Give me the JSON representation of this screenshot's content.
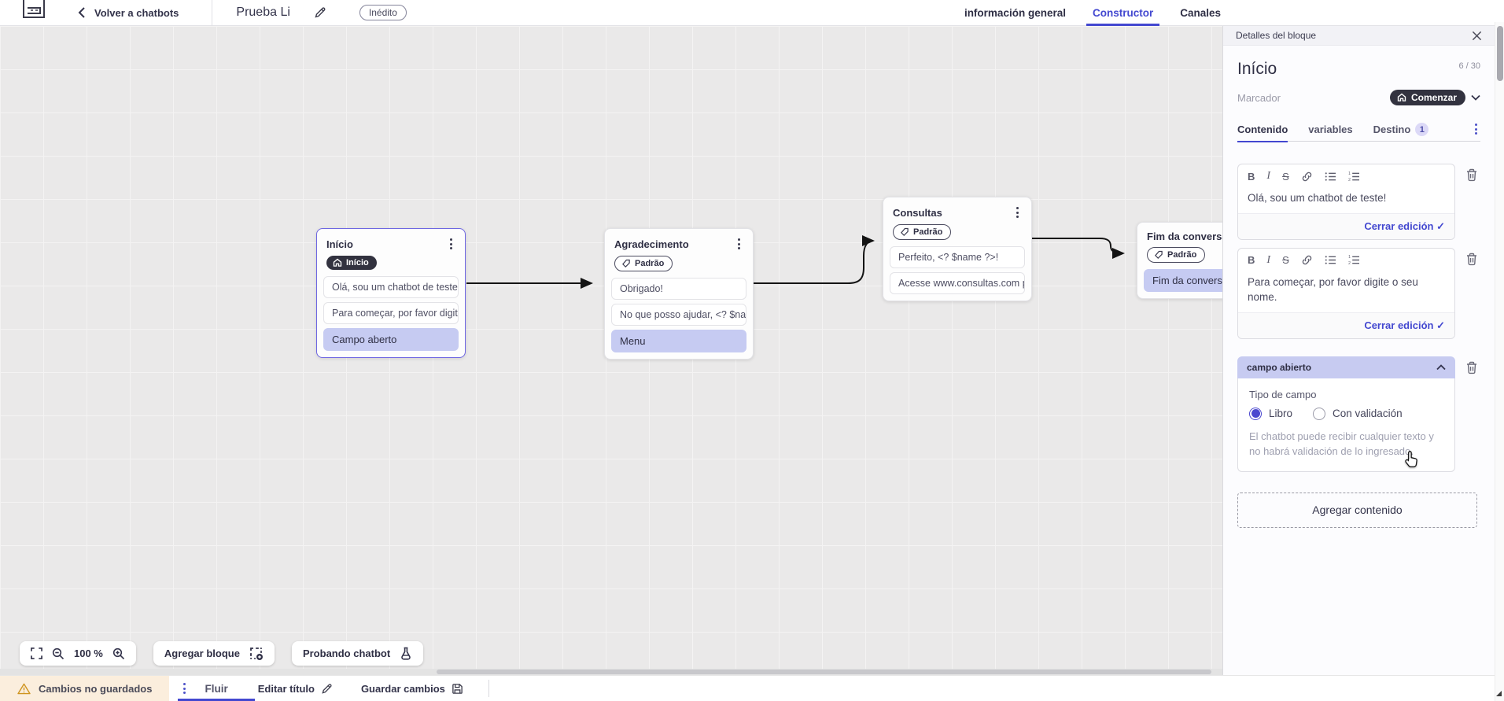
{
  "topbar": {
    "back_label": "Volver a chatbots",
    "bot_title": "Prueba Li",
    "status_badge": "Inédito",
    "tabs": [
      {
        "label": "información general",
        "active": false
      },
      {
        "label": "Constructor",
        "active": true
      },
      {
        "label": "Canales",
        "active": false
      }
    ]
  },
  "canvas": {
    "zoom_level": "100 %",
    "add_block_label": "Agregar bloque",
    "test_chatbot_label": "Probando chatbot",
    "nodes": [
      {
        "title": "Início",
        "badge": "Início",
        "items": [
          {
            "text": "Olá, sou um chatbot de teste!"
          },
          {
            "text": "Para começar, por favor digite o ..."
          },
          {
            "text": "Campo aberto"
          }
        ]
      },
      {
        "title": "Agradecimento",
        "badge": "Padrão",
        "items": [
          {
            "text": "Obrigado!"
          },
          {
            "text": "No que posso ajudar, <? $name ..."
          },
          {
            "text": "Menu"
          }
        ]
      },
      {
        "title": "Consultas",
        "badge": "Padrão",
        "items": [
          {
            "text": "Perfeito, <? $name ?>!"
          },
          {
            "text": "Acesse www.consultas.com par..."
          }
        ]
      },
      {
        "title": "Fim da conversa",
        "badge": "Padrão",
        "items": [
          {
            "text": "Fim da conversa"
          }
        ]
      }
    ]
  },
  "panel": {
    "header": "Detalles del bloque",
    "block_title": "Início",
    "title_counter": "6 / 30",
    "marker_label": "Marcador",
    "marker_value": "Comenzar",
    "tabs": [
      {
        "label": "Contenido",
        "active": true
      },
      {
        "label": "variables",
        "active": false
      },
      {
        "label": "Destino",
        "active": false,
        "badge": "1"
      }
    ],
    "editors": [
      {
        "text": "Olá, sou um chatbot de teste!",
        "close_label": "Cerrar edición",
        "check": "✓"
      },
      {
        "text": "Para começar, por favor digite o seu nome.",
        "close_label": "Cerrar edición",
        "check": "✓"
      }
    ],
    "open_field": {
      "header": "campo abierto",
      "type_label": "Tipo de campo",
      "options": [
        {
          "label": "Libro",
          "selected": true
        },
        {
          "label": "Con validación",
          "selected": false
        }
      ],
      "helper": "El chatbot puede recibir cualquier texto y no habrá validación de lo ingresado."
    },
    "add_content_label": "Agregar contenido"
  },
  "bottombar": {
    "warning": "Cambios no guardados",
    "flow_tab": "Fluir",
    "edit_title_label": "Editar título",
    "save_label": "Guardar cambios"
  },
  "colors": {
    "accent": "#4348d0",
    "lavender": "#c6cbf2",
    "dark_pill": "#32323f",
    "warning_bg": "#fbeedd",
    "canvas_bg": "#eae9e9"
  }
}
